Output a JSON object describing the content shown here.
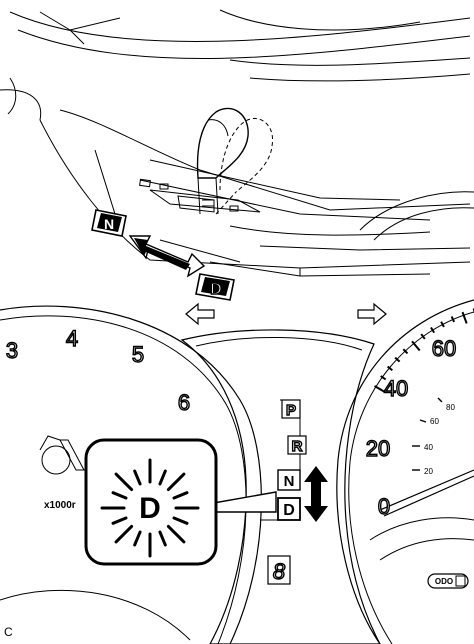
{
  "shift_labels": {
    "console_n": "N",
    "console_d": "D",
    "indicator_p": "P",
    "indicator_r": "R",
    "indicator_n": "N",
    "indicator_d": "D",
    "zoom_d": "D"
  },
  "tachometer": {
    "numbers": [
      "3",
      "4",
      "5",
      "6"
    ],
    "unit": "x1000r"
  },
  "speedometer": {
    "outer_numbers": [
      "60",
      "40",
      "20",
      "0"
    ],
    "inner_numbers": [
      "80",
      "60",
      "40",
      "20"
    ]
  },
  "odometer_label": "ODO",
  "gear_display": "8",
  "figure_code": "C"
}
